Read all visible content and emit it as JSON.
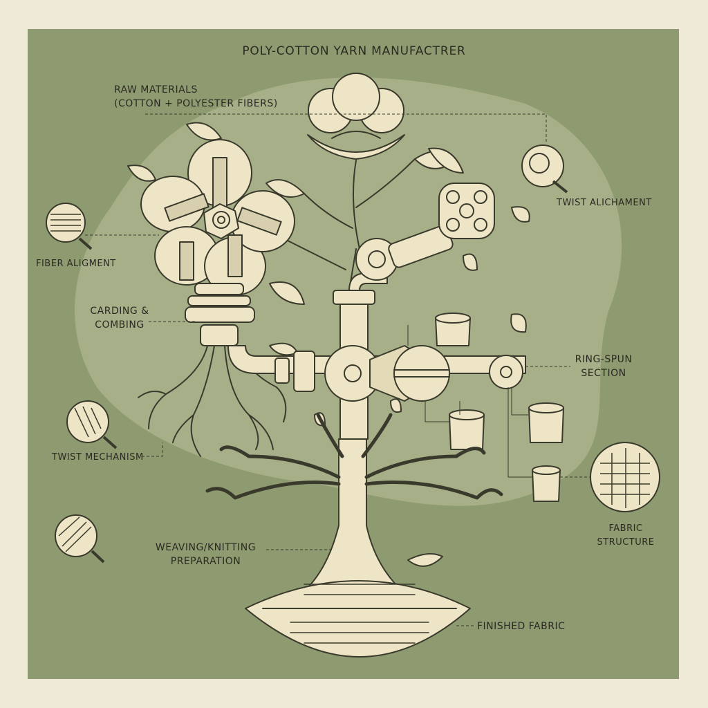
{
  "title": "POLY-COTTON YARN MANUFACTRER",
  "labels": {
    "raw_materials_line1": "RAW MATERIALS",
    "raw_materials_line2": "(COTTON + POLYESTER FIBERS)",
    "twist_alignment": "TWIST ALICHAMENT",
    "fiber_alignment": "FIBER ALIGMENT",
    "carding_line1": "CARDING &",
    "carding_line2": "COMBING",
    "ring_spun_line1": "RING-SPUN",
    "ring_spun_line2": "SECTION",
    "twist_mechanism": "TWIST MECHANISM",
    "fabric_structure_line1": "FABRIC",
    "fabric_structure_line2": "STRUCTURE",
    "weaving_line1": "WEAVING/KNITTING",
    "weaving_line2": "PREPARATION",
    "finished_fabric": "FINISHED FABRIC"
  },
  "colors": {
    "background_board": "#8e9a70",
    "blob": "#aab38c",
    "ink": "#3a3a2c",
    "cream": "#eee5c6",
    "paper": "#efe9d8"
  }
}
